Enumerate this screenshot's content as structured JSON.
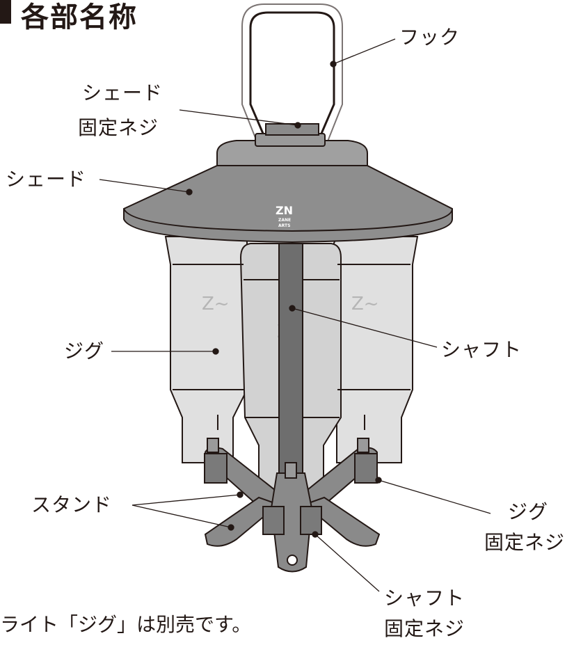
{
  "heading": "各部名称",
  "labels": {
    "hook": "フック",
    "shade_screw_line1": "シェード",
    "shade_screw_line2": "固定ネジ",
    "shade": "シェード",
    "jig": "ジグ",
    "shaft": "シャフト",
    "stand": "スタンド",
    "jig_screw_line1": "ジグ",
    "jig_screw_line2": "固定ネジ",
    "shaft_screw_line1": "シャフト",
    "shaft_screw_line2": "固定ネジ"
  },
  "logo": {
    "mark": "ZN",
    "line1": "ZANE",
    "line2": "ARTS"
  },
  "note": "ライト「ジグ」は別売です。",
  "colors": {
    "outline": "#231815",
    "shade_fill": "#8e8e8e",
    "shade_top": "#a0a0a0",
    "light_body": "#dcdcdc",
    "shaft_fill": "#6e6e6e",
    "stand_fill": "#8a8a8a"
  }
}
